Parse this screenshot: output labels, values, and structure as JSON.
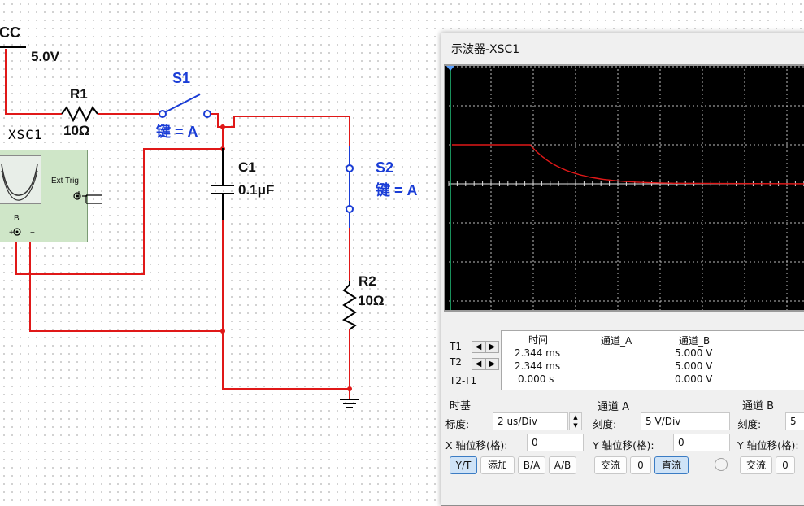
{
  "schematic": {
    "vcc_label": "CC",
    "vcc_value": "5.0V",
    "r1_name": "R1",
    "r1_value": "10Ω",
    "s1_name": "S1",
    "s1_key": "键 = A",
    "c1_name": "C1",
    "c1_value": "0.1μF",
    "s2_name": "S2",
    "s2_key": "键 = A",
    "r2_name": "R2",
    "r2_value": "10Ω",
    "xsc_name": "XSC1",
    "xsc_ext_trig": "Ext Trig",
    "xsc_channel_b": "B",
    "xsc_plus": "+",
    "xsc_minus": "−",
    "colors": {
      "wire": "#e01818",
      "switch": "#1a3dd6"
    }
  },
  "oscilloscope": {
    "title": "示波器-XSC1",
    "trace_color": "#e01818",
    "cursor_color": "#22c07a",
    "readout": {
      "t1_label": "T1",
      "t2_label": "T2",
      "t2t1_label": "T2-T1",
      "col_time": "时间",
      "col_a": "通道_A",
      "col_b": "通道_B",
      "rows": [
        {
          "time": "2.344 ms",
          "a": "",
          "b": "5.000 V"
        },
        {
          "time": "2.344 ms",
          "a": "",
          "b": "5.000 V"
        },
        {
          "time": "0.000 s",
          "a": "",
          "b": "0.000 V"
        }
      ]
    },
    "timebase": {
      "title": "时基",
      "scale_label": "标度:",
      "scale_value": "2 us/Div",
      "xpos_label": "X 轴位移(格):",
      "xpos_value": "0",
      "btn_yt": "Y/T",
      "btn_add": "添加",
      "btn_ba": "B/A",
      "btn_ab": "A/B"
    },
    "channel_a": {
      "title": "通道 A",
      "scale_label": "刻度:",
      "scale_value": "5  V/Div",
      "ypos_label": "Y 轴位移(格):",
      "ypos_value": "0",
      "btn_ac": "交流",
      "btn_zero": "0",
      "btn_dc": "直流"
    },
    "channel_b": {
      "title": "通道 B",
      "scale_label": "刻度:",
      "scale_value": "5",
      "ypos_label": "Y 轴位移(格):",
      "btn_ac": "交流",
      "btn_zero": "0"
    }
  }
}
